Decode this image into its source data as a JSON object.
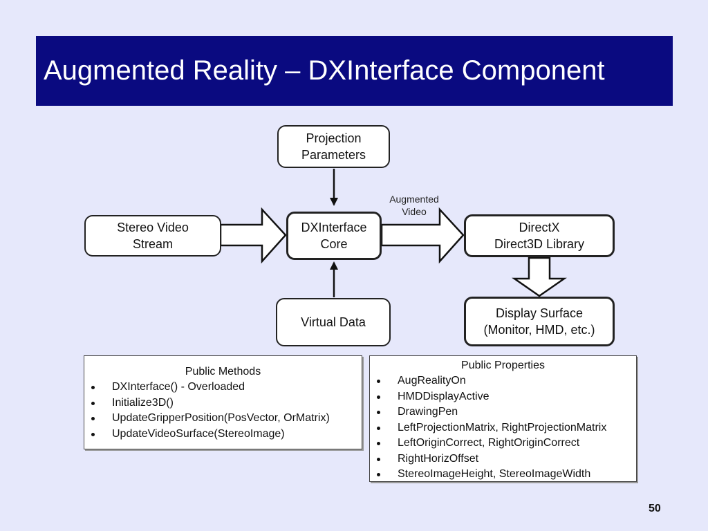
{
  "slide": {
    "title": "Augmented Reality – DXInterface Component",
    "page_number": "50"
  },
  "colors": {
    "background": "#e6e8fb",
    "title_bar": "#0a0a80",
    "title_text": "#ffffff"
  },
  "diagram": {
    "nodes": {
      "projection_parameters": [
        "Projection",
        "Parameters"
      ],
      "stereo_video_stream": [
        "Stereo Video",
        "Stream"
      ],
      "dxinterface_core": [
        "DXInterface",
        "Core"
      ],
      "directx": [
        "DirectX",
        "Direct3D Library"
      ],
      "virtual_data": [
        "Virtual Data"
      ],
      "display_surface": [
        "Display Surface",
        "(Monitor, HMD, etc.)"
      ]
    },
    "edge_labels": {
      "augmented_video": [
        "Augmented",
        "Video"
      ]
    }
  },
  "public_methods": {
    "title": "Public Methods",
    "items": [
      "DXInterface() - Overloaded",
      "Initialize3D()",
      "UpdateGripperPosition(PosVector, OrMatrix)",
      "UpdateVideoSurface(StereoImage)"
    ]
  },
  "public_properties": {
    "title": "Public Properties",
    "items": [
      "AugRealityOn",
      "HMDDisplayActive",
      "DrawingPen",
      "LeftProjectionMatrix, RightProjectionMatrix",
      "LeftOriginCorrect, RightOriginCorrect",
      "RightHorizOffset",
      "StereoImageHeight, StereoImageWidth"
    ]
  }
}
